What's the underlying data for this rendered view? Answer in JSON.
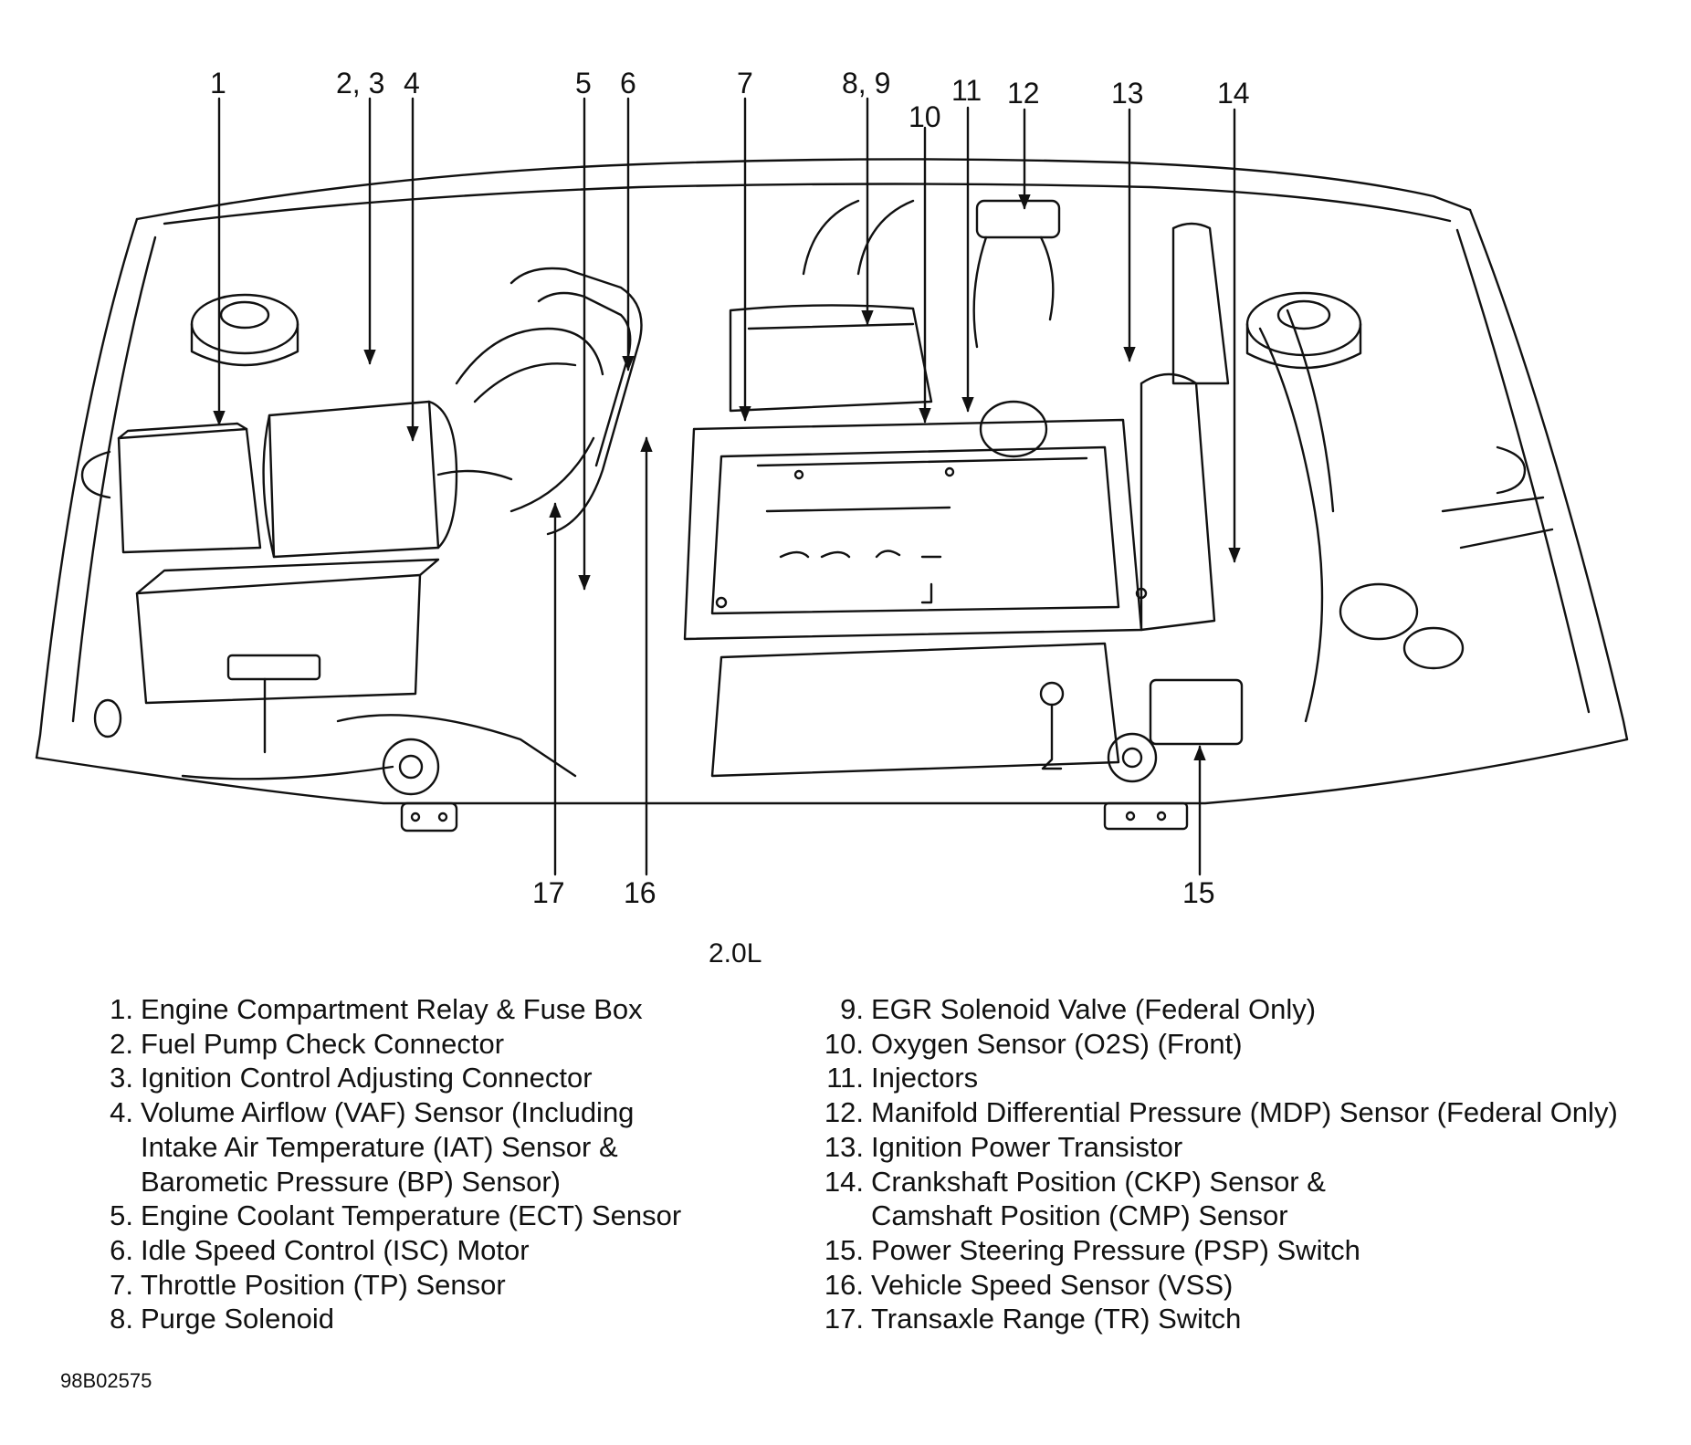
{
  "callouts": [
    {
      "id": "1",
      "text": "1"
    },
    {
      "id": "23",
      "text": "2, 3"
    },
    {
      "id": "4",
      "text": "4"
    },
    {
      "id": "5",
      "text": "5"
    },
    {
      "id": "6",
      "text": "6"
    },
    {
      "id": "7",
      "text": "7"
    },
    {
      "id": "89",
      "text": "8, 9"
    },
    {
      "id": "10",
      "text": "10"
    },
    {
      "id": "11",
      "text": "11"
    },
    {
      "id": "12",
      "text": "12"
    },
    {
      "id": "13",
      "text": "13"
    },
    {
      "id": "14",
      "text": "14"
    },
    {
      "id": "15",
      "text": "15"
    },
    {
      "id": "16",
      "text": "16"
    },
    {
      "id": "17",
      "text": "17"
    }
  ],
  "caption": "2.0L",
  "legend_left": [
    {
      "num": "1.",
      "lines": [
        "Engine Compartment Relay & Fuse Box"
      ]
    },
    {
      "num": "2.",
      "lines": [
        "Fuel Pump Check Connector"
      ]
    },
    {
      "num": "3.",
      "lines": [
        "Ignition Control Adjusting Connector"
      ]
    },
    {
      "num": "4.",
      "lines": [
        "Volume Airflow (VAF) Sensor (Including",
        "Intake Air Temperature (IAT) Sensor &",
        "Barometic Pressure (BP) Sensor)"
      ]
    },
    {
      "num": "5.",
      "lines": [
        "Engine Coolant Temperature (ECT) Sensor"
      ]
    },
    {
      "num": "6.",
      "lines": [
        "Idle Speed Control (ISC) Motor"
      ]
    },
    {
      "num": "7.",
      "lines": [
        "Throttle Position (TP) Sensor"
      ]
    },
    {
      "num": "8.",
      "lines": [
        "Purge Solenoid"
      ]
    }
  ],
  "legend_right": [
    {
      "num": "9.",
      "lines": [
        "EGR Solenoid Valve (Federal Only)"
      ]
    },
    {
      "num": "10.",
      "lines": [
        "Oxygen Sensor (O2S) (Front)"
      ]
    },
    {
      "num": "11.",
      "lines": [
        "Injectors"
      ]
    },
    {
      "num": "12.",
      "lines": [
        "Manifold Differential Pressure (MDP) Sensor (Federal Only)"
      ]
    },
    {
      "num": "13.",
      "lines": [
        "Ignition Power Transistor"
      ]
    },
    {
      "num": "14.",
      "lines": [
        "Crankshaft Position (CKP) Sensor &",
        "Camshaft Position (CMP) Sensor"
      ]
    },
    {
      "num": "15.",
      "lines": [
        "Power Steering Pressure (PSP) Switch"
      ]
    },
    {
      "num": "16.",
      "lines": [
        "Vehicle Speed Sensor (VSS)"
      ]
    },
    {
      "num": "17.",
      "lines": [
        "Transaxle Range (TR) Switch"
      ]
    }
  ],
  "figure_code": "98B02575",
  "line_color": "#111111"
}
